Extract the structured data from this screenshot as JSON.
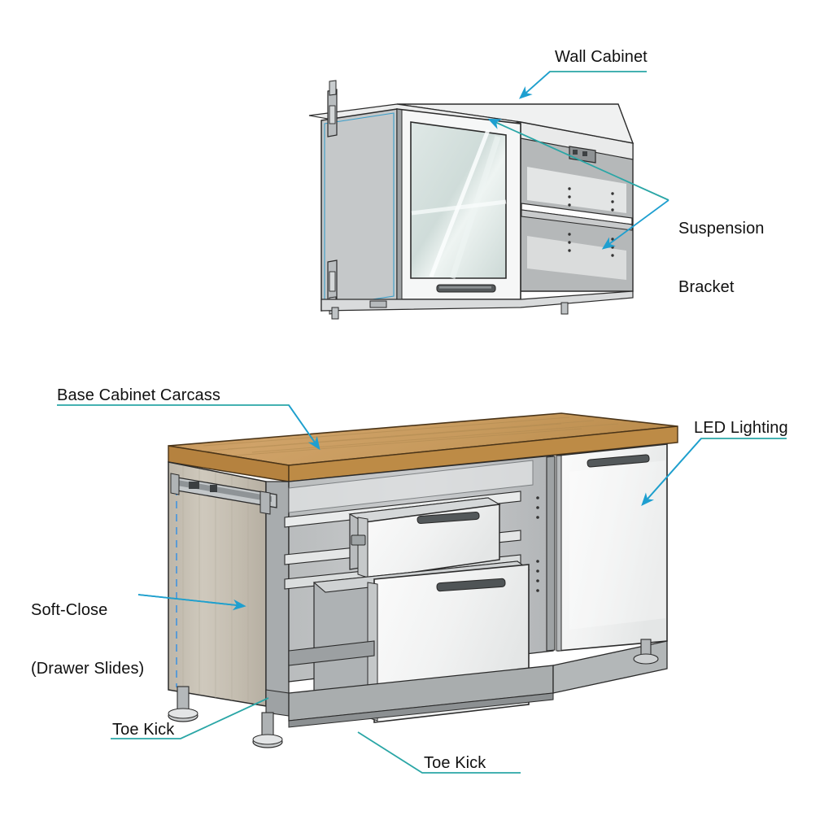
{
  "diagram": {
    "title": "Kitchen Cabinet Construction Diagram",
    "background_color": "#ffffff",
    "leader_line_color": "#2aa6a6",
    "arrow_color": "#1e9fd0",
    "dashed_guide_color": "#5b9bd5",
    "label_text_color": "#111111"
  },
  "labels": {
    "wall_cabinet": "Wall Cabinet",
    "suspension_bracket_line1": "Suspension",
    "suspension_bracket_line2": "Bracket",
    "base_cabinet_carcass": "Base Cabinet Carcass",
    "led_lighting": "LED Lighting",
    "soft_close_line1": "Soft-Close",
    "soft_close_line2": "(Drawer Slides)",
    "toe_kick_left": "Toe Kick",
    "toe_kick_bottom": "Toe Kick"
  },
  "annotations": [
    {
      "name": "wall-cabinet",
      "text": "Wall Cabinet",
      "target": "glass door front of upper wall cabinet",
      "leader": "underline-then-diagonal-down-left-arrow"
    },
    {
      "name": "suspension-bracket",
      "text": "Suspension Bracket",
      "target": "bracket inside right open compartment of wall cabinet",
      "leader": "diagonal-down-left-arrow"
    },
    {
      "name": "base-cabinet-carcass",
      "text": "Base Cabinet Carcass",
      "target": "wooden countertop / carcass of base cabinet",
      "leader": "underline-then-diagonal-down-right-arrow"
    },
    {
      "name": "led-lighting",
      "text": "LED Lighting",
      "target": "right hand door panel of base cabinet",
      "leader": "underline-then-diagonal-down-left-arrow"
    },
    {
      "name": "soft-close-drawer-slides",
      "text": "Soft-Close (Drawer Slides)",
      "target": "side panel showing drawer slide position",
      "leader": "horizontal-right-arrow"
    },
    {
      "name": "toe-kick-left",
      "text": "Toe Kick",
      "target": "left plinth base of base cabinet",
      "leader": "underline-then-diagonal-up-right"
    },
    {
      "name": "toe-kick-bottom",
      "text": "Toe Kick",
      "target": "front plinth of base cabinet",
      "leader": "underline-then-diagonal-up-left"
    }
  ],
  "components": {
    "wall_cabinet": {
      "name": "Wall Cabinet",
      "parts": [
        "open left door",
        "frosted glass center door",
        "bar handle",
        "open right compartment",
        "adjustable shelf",
        "shelf pin holes",
        "suspension brackets",
        "concealed hinges"
      ],
      "body_color": "#c8cacb",
      "door_color": "#f2f3f3",
      "glass_color": "#d7e2e0"
    },
    "base_cabinet": {
      "name": "Base Cabinet",
      "parts": [
        "butcher block countertop",
        "wood grain side panel",
        "drawer slides",
        "open shallow drawer",
        "open deep drawer",
        "closed right door",
        "bar handles",
        "toe kick plinth",
        "adjustable legs"
      ],
      "countertop_color": "#c89a5e",
      "countertop_edge_color": "#b5823f",
      "carcass_color": "#c3c6c7",
      "front_color": "#f4f5f5",
      "side_panel_color": "#c6bfb3",
      "handle_color": "#4c5052",
      "plinth_color": "#a9adae"
    }
  }
}
